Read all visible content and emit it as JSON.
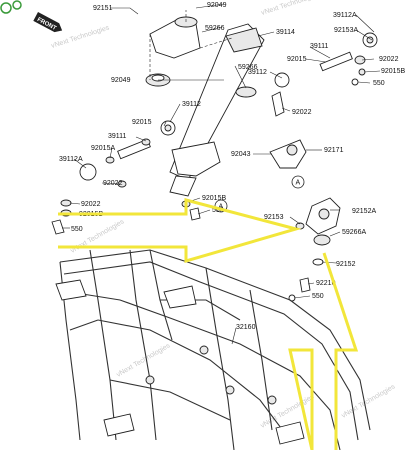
{
  "orientation_label": "FRONT",
  "watermark": "vNext Technologies",
  "reference_marks": [
    "A",
    "A"
  ],
  "part_labels": {
    "p92151": "92151",
    "p92049a": "92049",
    "p92049b": "92049",
    "p59266a": "59266",
    "p59266b": "59266",
    "p39114": "39114",
    "p39112a_top": "39112A",
    "p92153_tr": "92153A",
    "p39111_top": "39111",
    "p92015_top": "92015",
    "p39112_top": "39112",
    "p92022_tr": "92022",
    "p92015b_tr": "92015B",
    "p550_tr": "550",
    "p92022_mid": "92022",
    "p39112_mid": "39112",
    "p92015_mid": "92015",
    "p39111_mid": "39111",
    "p92015a_mid": "92015A",
    "p39112a_mid": "39112A",
    "p92043": "92043",
    "p92171": "92171",
    "p92022_left": "92022",
    "p92022_low": "92022",
    "p92015b_low": "92015B",
    "p92015b_left": "92015B",
    "p550_mid": "550",
    "p550_left": "550",
    "p92153": "92153",
    "p92152a": "92152A",
    "p59266a_low": "59266A",
    "p92152": "92152",
    "p92210": "92210",
    "p550_low": "550",
    "p32160": "32160"
  },
  "colors": {
    "highlight_arrow": "#f2e63a",
    "ink": "#222222",
    "watermark": "#c9c9c9"
  }
}
